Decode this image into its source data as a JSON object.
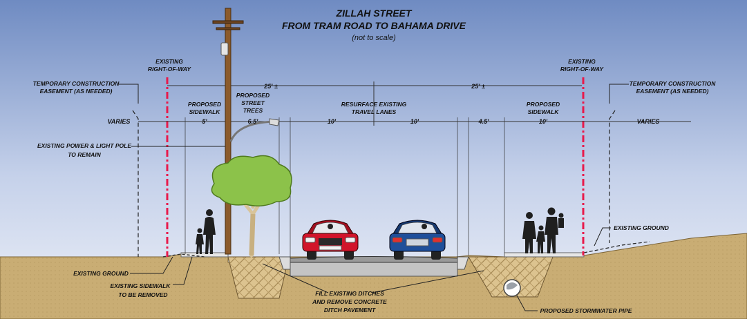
{
  "title": {
    "line1": "ZILLAH STREET",
    "line2": "FROM TRAM ROAD TO BAHAMA DRIVE",
    "line3": "(not to scale)"
  },
  "labels": {
    "existing_row": [
      "EXISTING",
      "RIGHT-OF-WAY"
    ],
    "temp_easement": [
      "TEMPORARY CONSTRUCTION",
      "EASEMENT (AS NEEDED)"
    ],
    "proposed_sidewalk": [
      "PROPOSED",
      "SIDEWALK"
    ],
    "proposed_street_trees": [
      "PROPOSED",
      "STREET",
      "TREES"
    ],
    "resurface": [
      "RESURFACE EXISTING",
      "TRAVEL LANES"
    ],
    "varies": "VARIES",
    "power_pole": [
      "EXISTING POWER & LIGHT POLE",
      "TO REMAIN"
    ],
    "existing_ground": "EXISTING GROUND",
    "existing_sidewalk": [
      "EXISTING SIDEWALK",
      "TO BE REMOVED"
    ],
    "fill_ditches": [
      "FILL EXISTING DITCHES",
      "AND REMOVE CONCRETE",
      "DITCH PAVEMENT"
    ],
    "stormwater": "PROPOSED  STORMWATER PIPE"
  },
  "dimensions": {
    "half_left": "25' ±",
    "half_right": "25' ±",
    "sidewalk_left": "5'",
    "trees": "6.5'",
    "lane_left": "10'",
    "lane_right": "10'",
    "buffer_right": "4.5'",
    "sidewalk_right": "10'"
  },
  "colors": {
    "sky_top": "#7f98c8",
    "sky_bottom": "#e7ecf6",
    "ground": "#cdb27a",
    "fill": "#d9c08a",
    "row_line": "#e8194a",
    "road": "#cfcfcf",
    "car_left": "#d1142a",
    "car_right": "#1f4f9a",
    "tree": "#8cc24a"
  }
}
